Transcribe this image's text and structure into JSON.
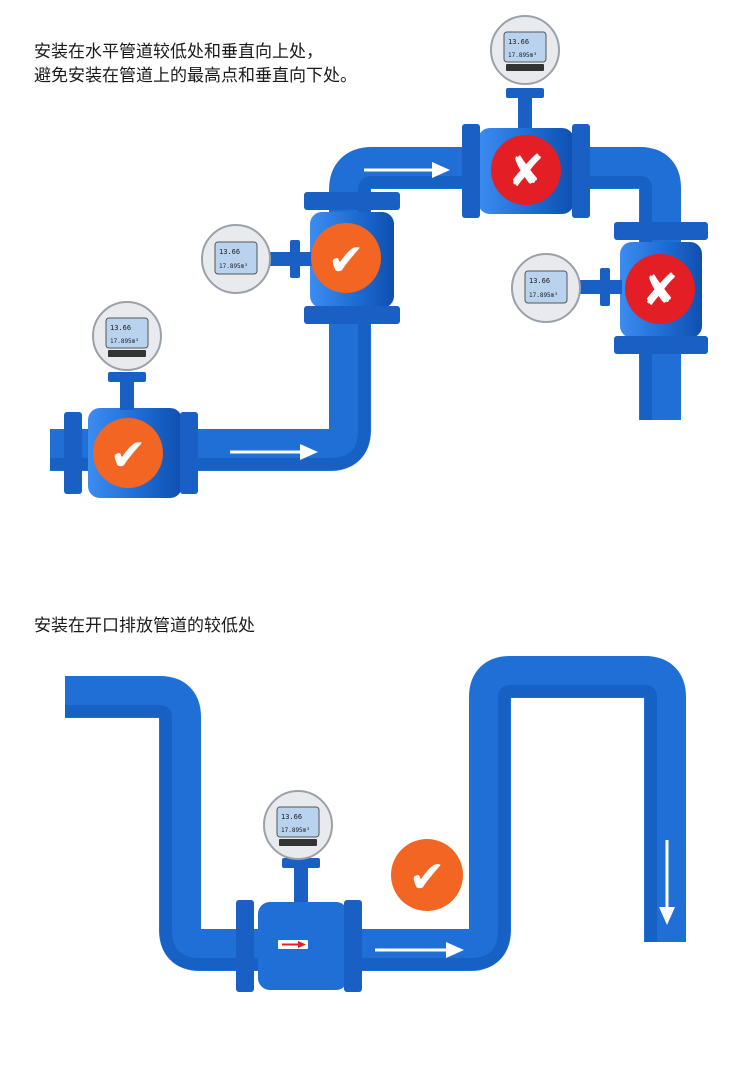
{
  "captions": {
    "upper_line1": "安装在水平管道较低处和垂直向上处，",
    "upper_line2": "避免安装在管道上的最高点和垂直向下处。",
    "lower": "安装在开口排放管道的较低处"
  },
  "meter_display": {
    "line1": "13.66",
    "line2": "17.895m³"
  },
  "marks": {
    "correct_symbol": "✔",
    "wrong_symbol": "✘"
  },
  "colors": {
    "pipe": "#1f6fd6",
    "pipe_dark": "#0f4fb0",
    "flange": "#1a5fc4",
    "correct": "#f26522",
    "wrong": "#e31e24",
    "arrow": "#ffffff",
    "housing": "#e8eaed",
    "screen": "#b9d3ee"
  },
  "icons": {
    "correct": "check-badge-icon",
    "wrong": "cross-badge-icon",
    "flow": "flow-arrow-icon"
  }
}
